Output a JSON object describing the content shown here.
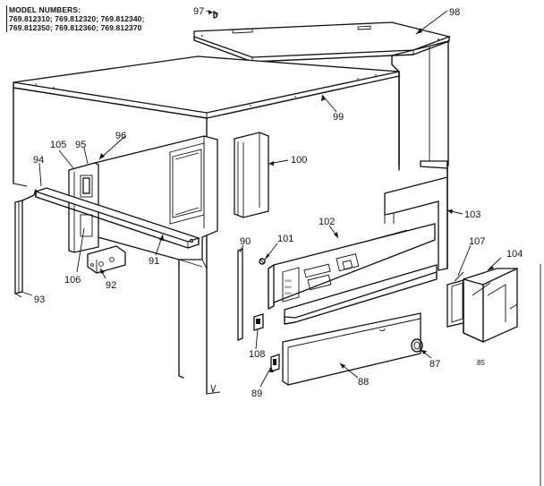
{
  "model_block": {
    "heading": "MODEL NUMBERS:",
    "line1": "769.812310; 769.812320; 769.812340;",
    "line2": "769.812350; 769.812360; 769.812370"
  },
  "callouts": [
    {
      "id": "97",
      "label": "97"
    },
    {
      "id": "98",
      "label": "98"
    },
    {
      "id": "99",
      "label": "99"
    },
    {
      "id": "96",
      "label": "96"
    },
    {
      "id": "105",
      "label": "105"
    },
    {
      "id": "95",
      "label": "95"
    },
    {
      "id": "94",
      "label": "94"
    },
    {
      "id": "100",
      "label": "100"
    },
    {
      "id": "103",
      "label": "103"
    },
    {
      "id": "102",
      "label": "102"
    },
    {
      "id": "107",
      "label": "107"
    },
    {
      "id": "104",
      "label": "104"
    },
    {
      "id": "90",
      "label": "90"
    },
    {
      "id": "101",
      "label": "101"
    },
    {
      "id": "91",
      "label": "91"
    },
    {
      "id": "106",
      "label": "106"
    },
    {
      "id": "92",
      "label": "92"
    },
    {
      "id": "93",
      "label": "93"
    },
    {
      "id": "108",
      "label": "108"
    },
    {
      "id": "89",
      "label": "89"
    },
    {
      "id": "88",
      "label": "88"
    },
    {
      "id": "87",
      "label": "87"
    },
    {
      "id": "85",
      "label": "85"
    }
  ]
}
